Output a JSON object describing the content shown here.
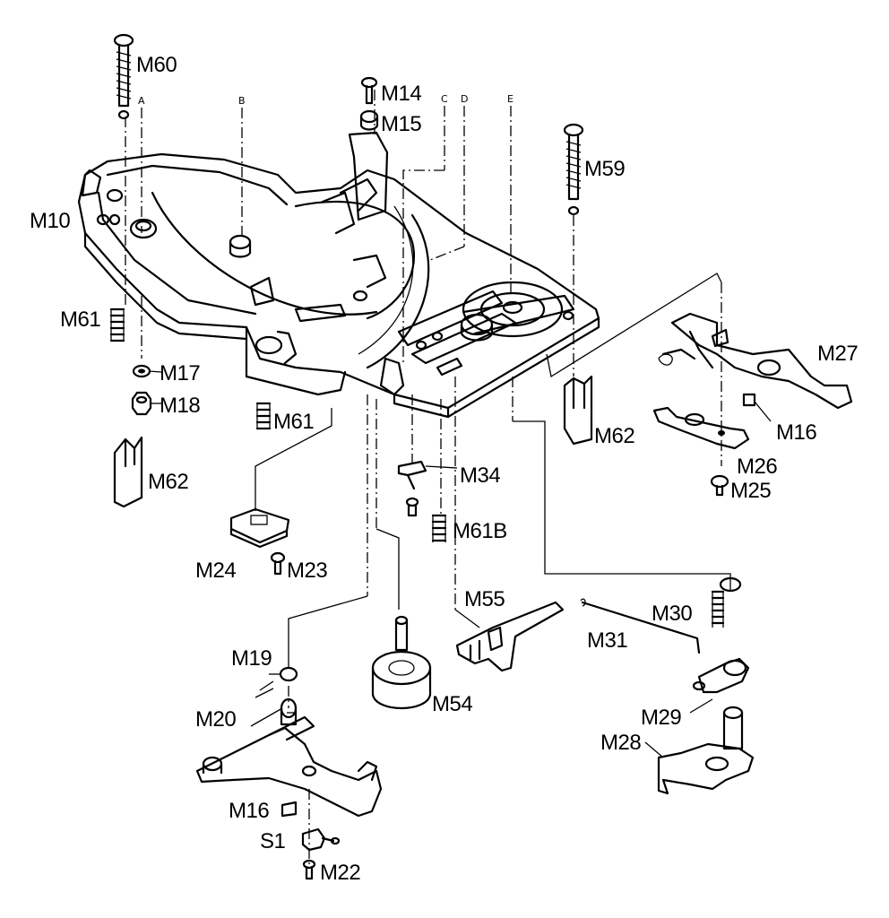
{
  "diagram": {
    "labels": {
      "M60": "M60",
      "M14": "M14",
      "M15": "M15",
      "M59": "M59",
      "M10": "M10",
      "M61_left": "M61",
      "M17": "M17",
      "M18": "M18",
      "M61_center": "M61",
      "M62_left": "M62",
      "M62_right": "M62",
      "M27": "M27",
      "M16_right": "M16",
      "M26": "M26",
      "M25": "M25",
      "M34": "M34",
      "M61B": "M61B",
      "M24": "M24",
      "M23": "M23",
      "M55": "M55",
      "M30": "M30",
      "M31": "M31",
      "M19": "M19",
      "M54": "M54",
      "M20": "M20",
      "M29": "M29",
      "M28": "M28",
      "M16_bottom": "M16",
      "S1": "S1",
      "M22": "M22"
    },
    "reference_letters": {
      "A": "A",
      "B": "B",
      "C": "C",
      "D": "D",
      "E": "E"
    }
  }
}
